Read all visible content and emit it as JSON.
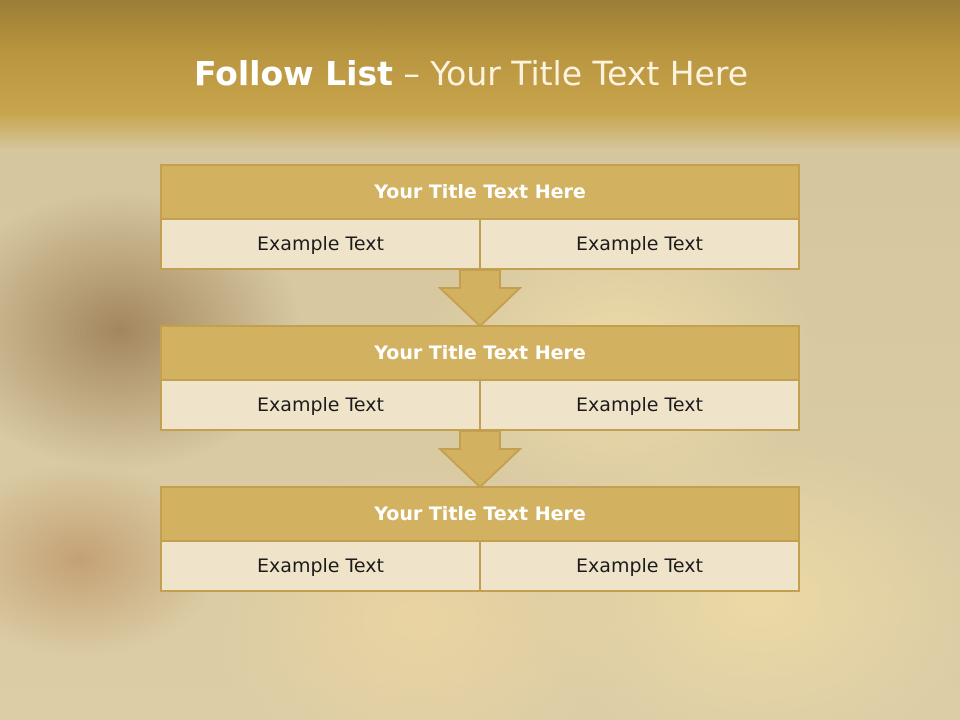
{
  "slide": {
    "title_bold": "Follow List",
    "title_rest": "– Your Title Text Here"
  },
  "blocks": [
    {
      "title": "Your Title Text Here",
      "left": "Example Text",
      "right": "Example Text"
    },
    {
      "title": "Your Title Text Here",
      "left": "Example Text",
      "right": "Example Text"
    },
    {
      "title": "Your Title Text Here",
      "left": "Example Text",
      "right": "Example Text"
    }
  ],
  "colors": {
    "header_fill": "#d2b260",
    "border": "#c3a04f",
    "row_fill": "#efe3c9",
    "title_band": "#b8953f"
  },
  "icons": [
    "down-arrow-icon",
    "down-arrow-icon"
  ]
}
